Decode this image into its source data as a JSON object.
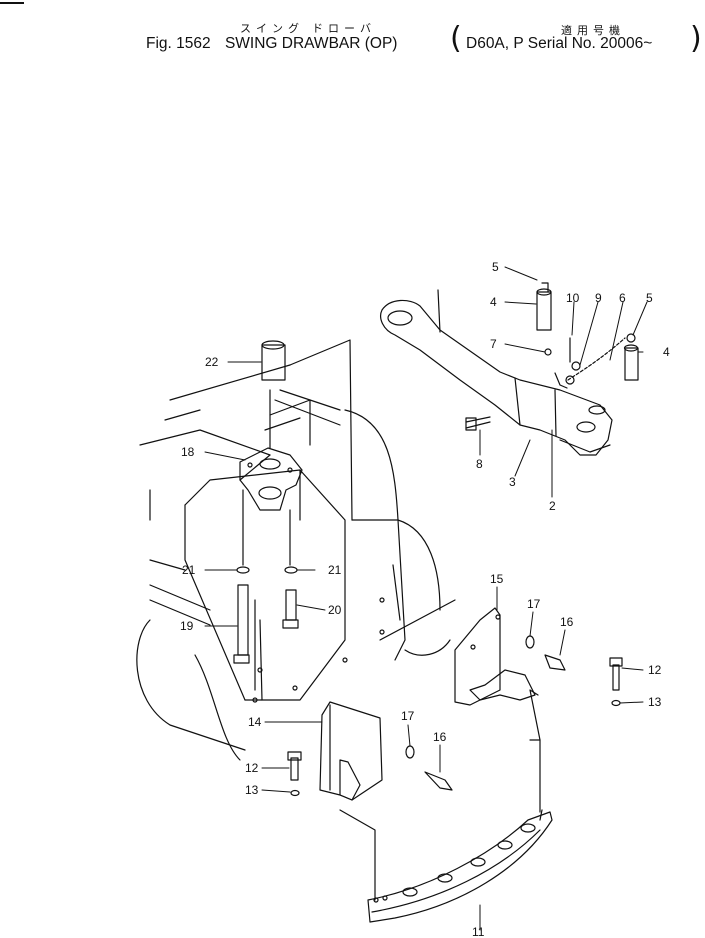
{
  "header": {
    "jp_title": "スイング ドローバ",
    "jp_applic": "適用号機",
    "fig_label": "Fig. 1562",
    "title": "SWING DRAWBAR (OP)",
    "model": "D60A, P",
    "serial": "Serial No. 20006~"
  },
  "callouts": {
    "c5a": "5",
    "c4a": "4",
    "c10": "10",
    "c9": "9",
    "c6": "6",
    "c5b": "5",
    "c7": "7",
    "c4b": "4",
    "c8": "8",
    "c3": "3",
    "c2": "2",
    "c22": "22",
    "c18": "18",
    "c21a": "21",
    "c21b": "21",
    "c20": "20",
    "c19": "19",
    "c15": "15",
    "c17a": "17",
    "c16a": "16",
    "c12a": "12",
    "c13a": "13",
    "c14": "14",
    "c17b": "17",
    "c16b": "16",
    "c12b": "12",
    "c13b": "13",
    "c11": "11"
  }
}
